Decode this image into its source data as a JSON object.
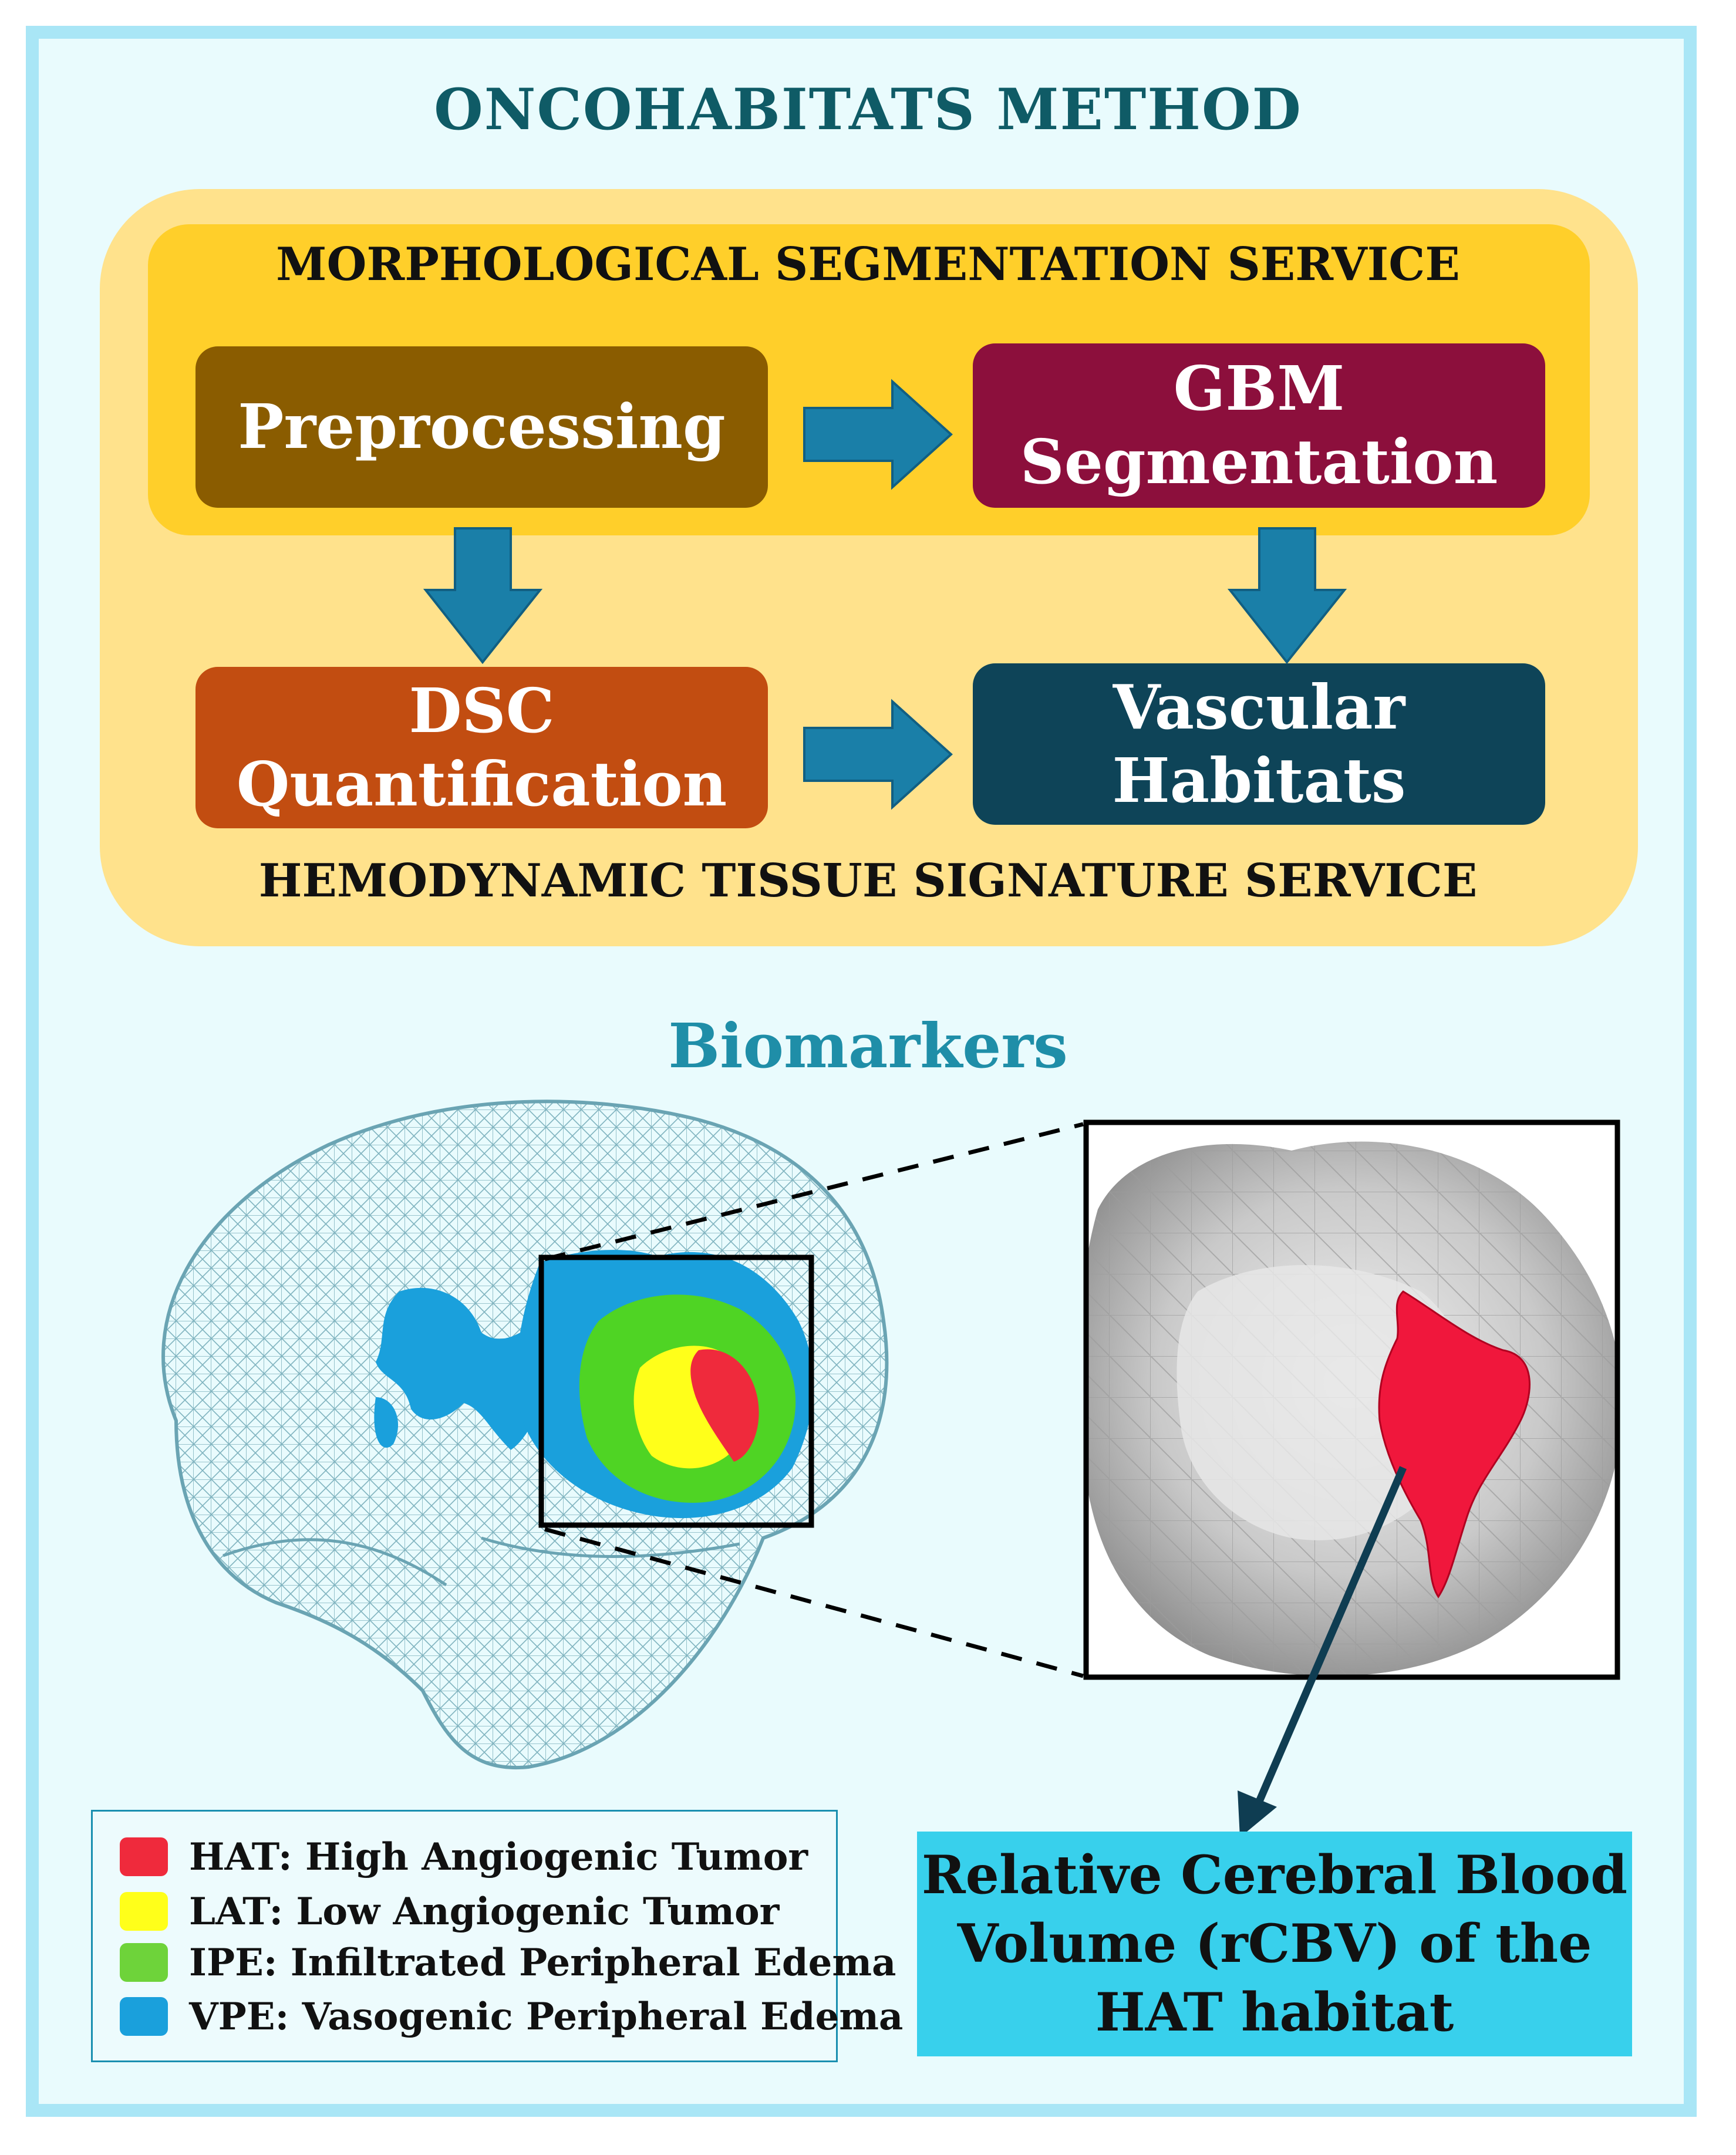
{
  "title": "ONCOHABITATS METHOD",
  "morph_service": "MORPHOLOGICAL SEGMENTATION SERVICE",
  "hemo_service": "HEMODYNAMIC TISSUE SIGNATURE SERVICE",
  "steps": {
    "preprocessing": [
      "Preprocessing"
    ],
    "gbm": [
      "GBM",
      "Segmentation"
    ],
    "dsc": [
      "DSC",
      "Quantification"
    ],
    "vascular": [
      "Vascular Habitats"
    ]
  },
  "biomarkers": "Biomarkers",
  "legend": [
    {
      "label": "HAT: High Angiogenic Tumor",
      "color": "#ef2a3c"
    },
    {
      "label": "LAT: Low Angiogenic Tumor",
      "color": "#ffff1a"
    },
    {
      "label": "IPE: Infiltrated Peripheral Edema",
      "color": "#6ed33a"
    },
    {
      "label": "VPE: Vasogenic Peripheral Edema",
      "color": "#1aa0dc"
    }
  ],
  "rcbv": [
    "Relative Cerebral Blood",
    "Volume (rCBV) of the",
    "HAT habitat"
  ],
  "colors": {
    "preprocessing": "#8a5c00",
    "gbm": "#8c0f3c",
    "dsc": "#c24d11",
    "vascular": "#0e4458",
    "arrow": "#1a7fa8",
    "title": "#0f5b66",
    "biomarkers": "#1f8ea8"
  }
}
